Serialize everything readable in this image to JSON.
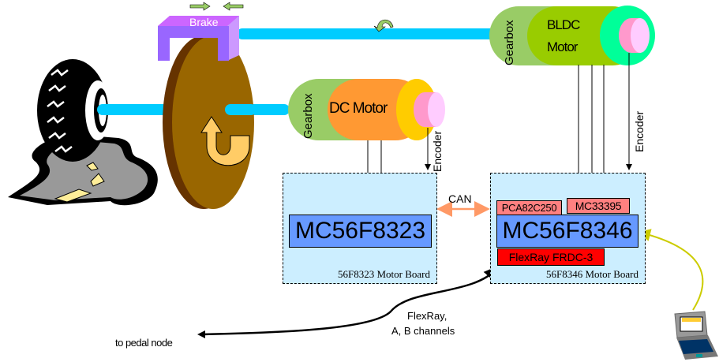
{
  "mechanics": {
    "brake_label": "Brake",
    "dc_motor": {
      "gearbox_label": "Gearbox",
      "motor_label": "DC Motor",
      "encoder_label": "Encoder"
    },
    "bldc_motor": {
      "gearbox_label": "Gearbox",
      "motor_label_line1": "BLDC",
      "motor_label_line2": "Motor",
      "encoder_label": "Encoder"
    }
  },
  "boards": {
    "left": {
      "mcu": "MC56F8323",
      "caption": "56F8323 Motor Board"
    },
    "right": {
      "mcu": "MC56F8346",
      "caption": "56F8346 Motor Board",
      "can_transceiver": "PCA82C250",
      "driver": "MC33395",
      "flexray_controller": "FlexRay FRDC-3"
    }
  },
  "links": {
    "can_label": "CAN",
    "flexray_line1": "FlexRay,",
    "flexray_line2": "A, B channels",
    "pedal_label": "to pedal node"
  },
  "colors": {
    "shaft": "#00ccff",
    "brake": "#9966ff",
    "disc": "#996600",
    "gearbox": "#99cc66",
    "dc_motor": "#ff9933",
    "bldc_motor": "#99cc00",
    "board_bg": "#cceeff",
    "mcu": "#6699ff",
    "chip": "#ff8080",
    "flexray_chip": "#ff0000",
    "can_arrow": "#ff9966",
    "serial_link": "#cccc00"
  }
}
